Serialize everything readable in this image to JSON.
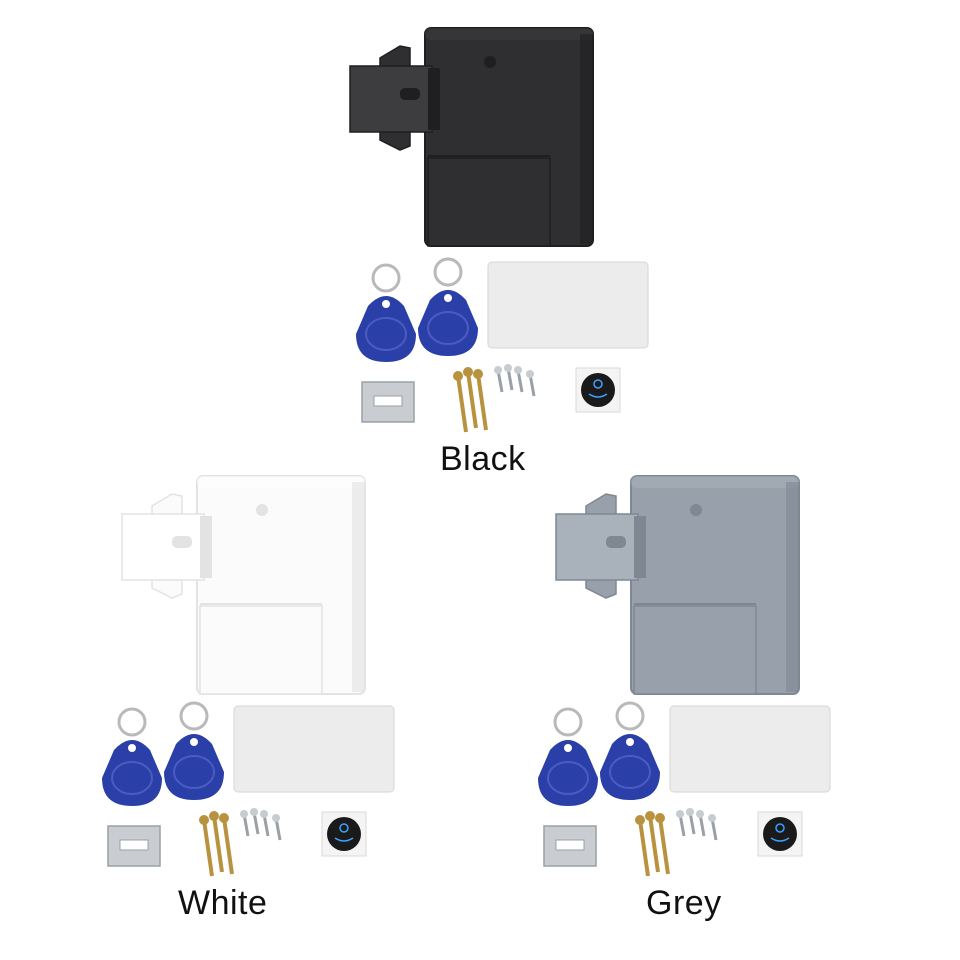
{
  "variants": [
    {
      "label": "Black",
      "colors": {
        "body": "#2f2f31",
        "shade": "#1f1f21",
        "light": "#3d3d40"
      }
    },
    {
      "label": "White",
      "colors": {
        "body": "#fbfbfb",
        "shade": "#e3e3e3",
        "light": "#ffffff"
      }
    },
    {
      "label": "Grey",
      "colors": {
        "body": "#98a1ab",
        "shade": "#7f8892",
        "light": "#a9b1ba"
      }
    }
  ],
  "accessory_colors": {
    "fob": "#2b3fa8",
    "ring": "#b9b9b9",
    "card": "#ececec",
    "plate": "#c9ccd0",
    "screw": "#b8923f"
  }
}
